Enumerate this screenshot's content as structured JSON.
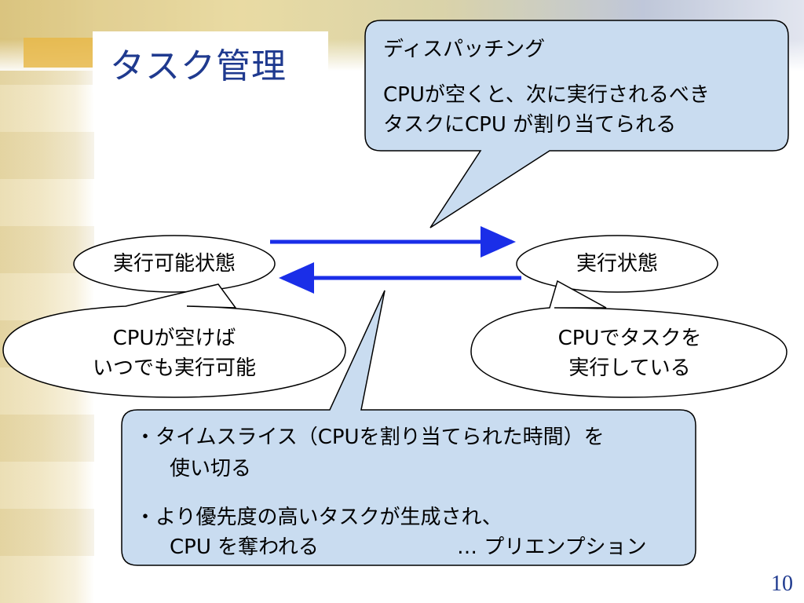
{
  "slide": {
    "title": "タスク管理",
    "page_number": "10"
  },
  "callouts": {
    "dispatch": {
      "heading": "ディスパッチング",
      "line1": "CPUが空くと、次に実行されるべき",
      "line2": "タスクにCPU が割り当てられる"
    },
    "ready_note": {
      "line1": "CPUが空けば",
      "line2": "いつでも実行可能"
    },
    "running_note": {
      "line1": "CPUでタスクを",
      "line2": "実行している"
    },
    "preemption": {
      "bullet1_line1": "・タイムスライス（CPUを割り当てられた時間）を",
      "bullet1_line2": "使い切る",
      "bullet2_line1": "・より優先度の高いタスクが生成され、",
      "bullet2_line2": "CPU を奪われる",
      "bullet2_suffix": "…  プリエンプション"
    }
  },
  "states": {
    "ready": "実行可能状態",
    "running": "実行状態"
  },
  "colors": {
    "title": "#1f3a8f",
    "callout_fill": "#c9dcf0",
    "arrow": "#1a2ee8",
    "outline": "#000000"
  }
}
